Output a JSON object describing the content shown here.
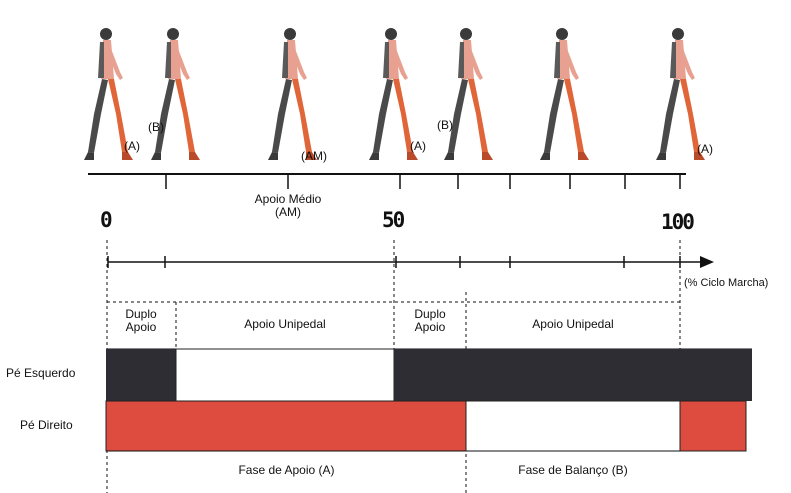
{
  "figure_labels": {
    "a_first": "(A)",
    "b_first": "(B)",
    "am": "(AM)",
    "a_second": "(A)",
    "b_second": "(B)",
    "a_last": "(A)"
  },
  "axis": {
    "mid_label_line1": "Apoio Médio",
    "mid_label_line2": "(AM)",
    "tick_0": "0",
    "tick_50": "50",
    "tick_100": "100",
    "unit": "(% Ciclo Marcha)"
  },
  "phases": {
    "double_support_1_line1": "Duplo",
    "double_support_1_line2": "Apoio",
    "single_support_1": "Apoio Unipedal",
    "double_support_2_line1": "Duplo",
    "double_support_2_line2": "Apoio",
    "single_support_2": "Apoio Unipedal"
  },
  "feet": {
    "left": "Pé Esquerdo",
    "right": "Pé Direito"
  },
  "bottom": {
    "stance": "Fase de Apoio (A)",
    "swing": "Fase de Balanço (B)"
  },
  "colors": {
    "left_foot_bar": "#2d2d33",
    "right_foot_bar": "#de4b3f",
    "figure_orange": "#e0663a",
    "figure_dark": "#4a4a4a"
  }
}
